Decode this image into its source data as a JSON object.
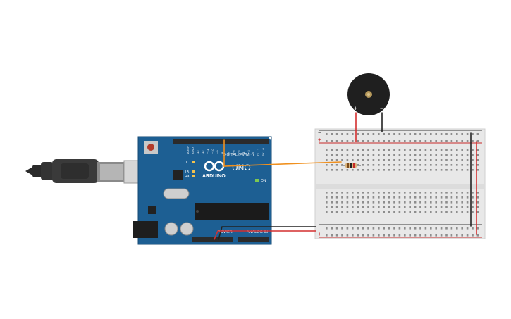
{
  "colors": {
    "board": "#1d5f93",
    "board_dark": "#154a73",
    "header": "#2b2b2b",
    "breadboard": "#e8e8e8",
    "wire_signal": "#f0901e",
    "wire_power": "#d32f2f",
    "wire_ground": "#222222",
    "usb": "#3a3a3a",
    "buzzer": "#1f1f1f"
  },
  "arduino": {
    "brand": "ARDUINO",
    "model": "UNO",
    "digital_label": "DIGITAL (PWM ~)",
    "power_label": "POWER",
    "analog_label": "ANALOG IN",
    "on_label": "ON",
    "led_l": "L",
    "led_tx": "TX",
    "led_rx": "RX",
    "aref": "AREF",
    "gnd": "GND",
    "pin_13": "13",
    "pin_12": "12",
    "pin_11": "~11",
    "pin_10": "~10",
    "pin_9": "~9",
    "pin_8": "8",
    "pin_7": "7",
    "pin_6": "~6",
    "pin_5": "~5",
    "pin_4": "4",
    "pin_3": "~3",
    "pin_2": "2",
    "pin_tx1": "TX→1",
    "pin_rx0": "RX←0"
  },
  "buzzer": {
    "plus": "+",
    "minus": "−"
  },
  "breadboard": {
    "rail_plus": "+",
    "rail_minus": "−"
  }
}
